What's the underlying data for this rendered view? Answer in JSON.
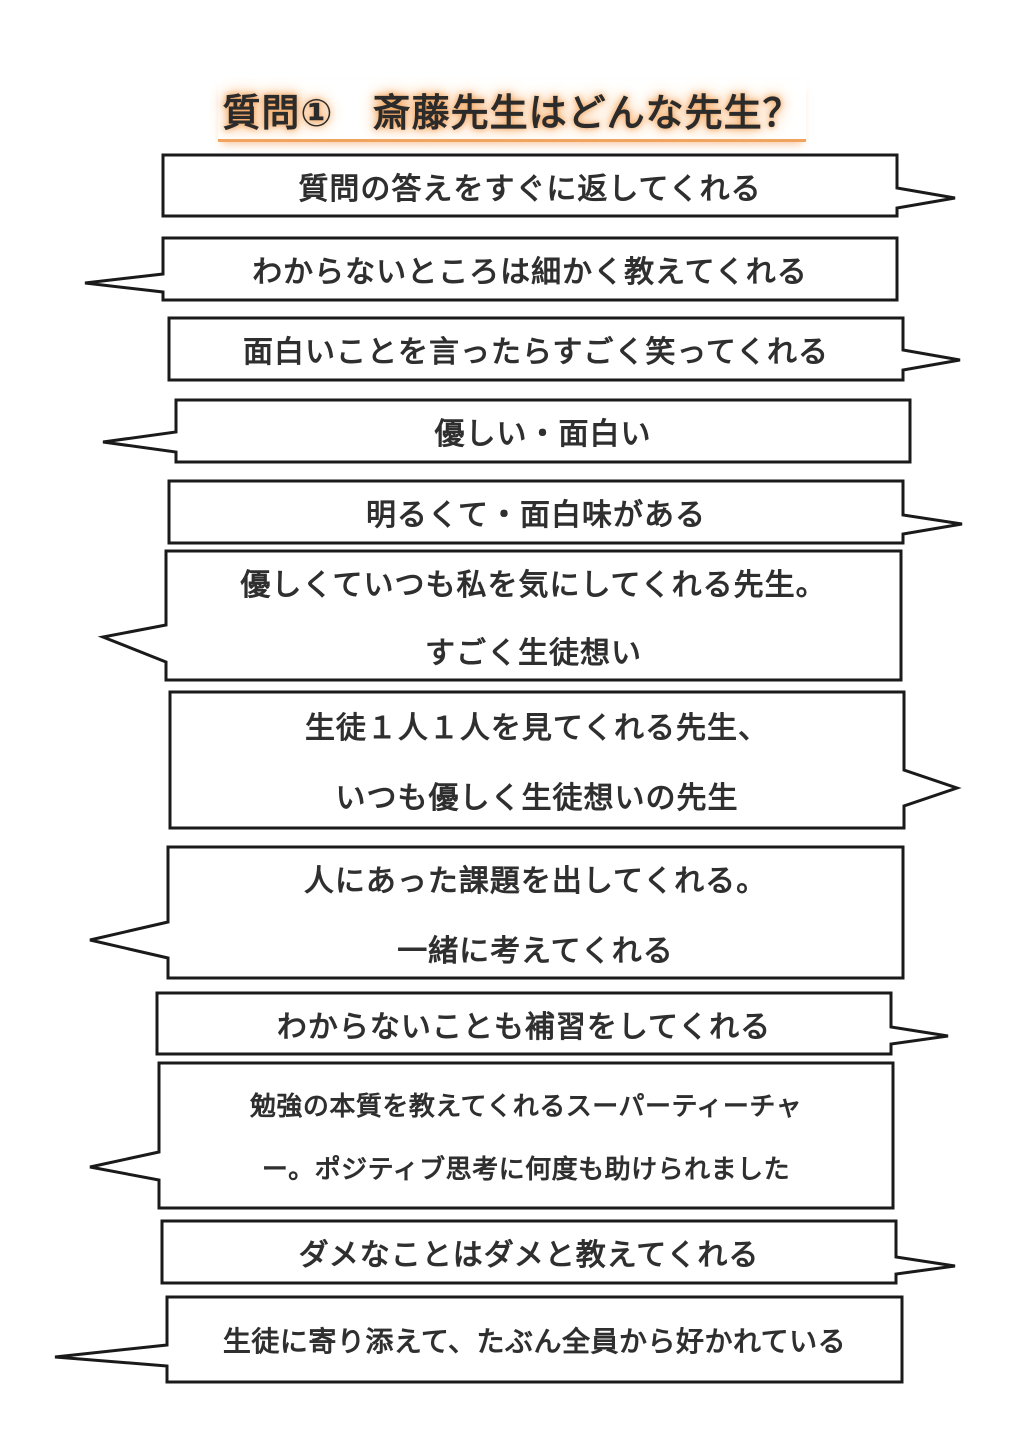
{
  "title": "質問①　斎藤先生はどんな先生？",
  "answers": [
    {
      "lines": [
        "質問の答えをすぐに返してくれる"
      ]
    },
    {
      "lines": [
        "わからないところは細かく教えてくれる"
      ]
    },
    {
      "lines": [
        "面白いことを言ったらすごく笑ってくれる"
      ]
    },
    {
      "lines": [
        "優しい・面白い"
      ]
    },
    {
      "lines": [
        "明るくて・面白味がある"
      ]
    },
    {
      "lines": [
        "優しくていつも私を気にしてくれる先生。",
        "すごく生徒想い"
      ]
    },
    {
      "lines": [
        "生徒１人１人を見てくれる先生、",
        "いつも優しく生徒想いの先生"
      ]
    },
    {
      "lines": [
        "人にあった課題を出してくれる。",
        "一緒に考えてくれる"
      ]
    },
    {
      "lines": [
        "わからないことも補習をしてくれる"
      ]
    },
    {
      "lines": [
        "勉強の本質を教えてくれるスーパーティーチャ",
        "ー。ポジティブ思考に何度も助けられました"
      ]
    },
    {
      "lines": [
        "ダメなことはダメと教えてくれる"
      ]
    },
    {
      "lines": [
        "生徒に寄り添えて、たぶん全員から好かれている"
      ]
    }
  ]
}
